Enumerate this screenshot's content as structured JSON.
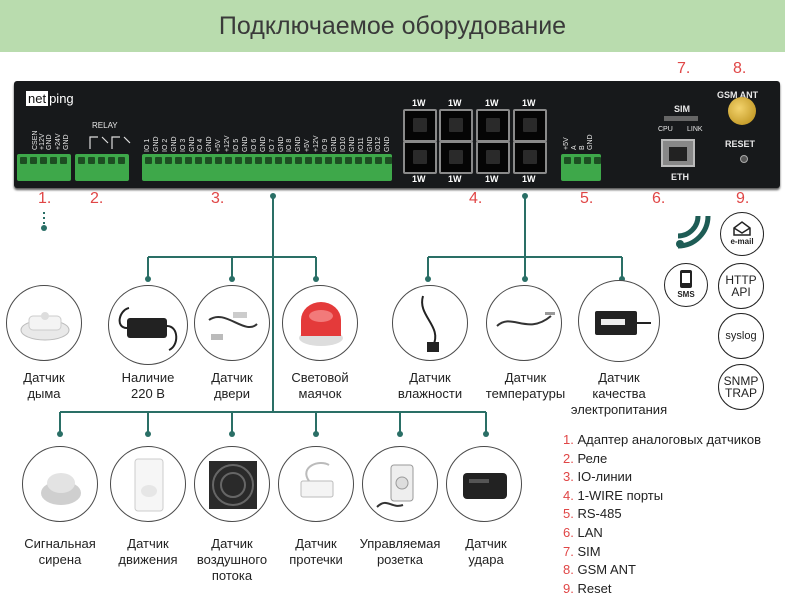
{
  "title": "Подключаемое оборудование",
  "device": {
    "logo_box": "net",
    "logo_rest": "ping",
    "relay_label": "RELAY",
    "left_pins": [
      "CSEN",
      "+12V",
      "GND",
      "+24V",
      "GND"
    ],
    "io_pins": [
      "IO 1",
      "GND",
      "IO 2",
      "GND",
      "IO 3",
      "GND",
      "IO 4",
      "GND",
      "+5V",
      "+12V",
      "IO 5",
      "GND",
      "IO 6",
      "GND",
      "IO 7",
      "GND",
      "IO 8",
      "GND",
      "+5V",
      "+12V",
      "IO 9",
      "GND",
      "IO10",
      "GND",
      "IO11",
      "GND",
      "IO12",
      "GND"
    ],
    "rs485_pins": [
      "+5V",
      "A",
      "B",
      "GND"
    ],
    "onewire_label": "1W",
    "sim": "SIM",
    "cpu": "CPU",
    "link": "LINK",
    "eth": "ETH",
    "gsm_ant": "GSM ANT",
    "reset": "RESET"
  },
  "numbers_bottom": [
    "1.",
    "2.",
    "3.",
    "4.",
    "5.",
    "6.",
    "9."
  ],
  "numbers_top": [
    "7.",
    "8."
  ],
  "sensors_row1": [
    "Датчик\nдыма",
    "Наличие\n220 В",
    "Датчик\nдвери",
    "Световой\nмаячок",
    "Датчик\nвлажности",
    "Датчик\nтемпературы",
    "Датчик\nкачества\nэлектропитания"
  ],
  "sensors_row2": [
    "Сигнальная\nсирена",
    "Датчик\nдвижения",
    "Датчик\nвоздушного\nпотока",
    "Датчик\nпротечки",
    "Управляемая\nрозетка",
    "Датчик\nудара"
  ],
  "comms": {
    "sms": "SMS",
    "email": "e-mail",
    "http_line1": "HTTP",
    "http_line2": "API",
    "syslog": "syslog",
    "snmp_line1": "SNMP",
    "snmp_line2": "TRAP"
  },
  "legend": [
    {
      "num": "1.",
      "text": "Адаптер аналоговых датчиков"
    },
    {
      "num": "2.",
      "text": "Реле"
    },
    {
      "num": "3.",
      "text": "IO-линии"
    },
    {
      "num": "4.",
      "text": "1-WIRE порты"
    },
    {
      "num": "5.",
      "text": "RS-485"
    },
    {
      "num": "6.",
      "text": "LAN"
    },
    {
      "num": "7.",
      "text": "SIM"
    },
    {
      "num": "8.",
      "text": "GSM ANT"
    },
    {
      "num": "9.",
      "text": "Reset"
    }
  ],
  "colors": {
    "accent_red": "#e04646",
    "banner_green": "#b9dcae",
    "terminal_green": "#3ea84a",
    "line_teal": "#2a6f66"
  }
}
